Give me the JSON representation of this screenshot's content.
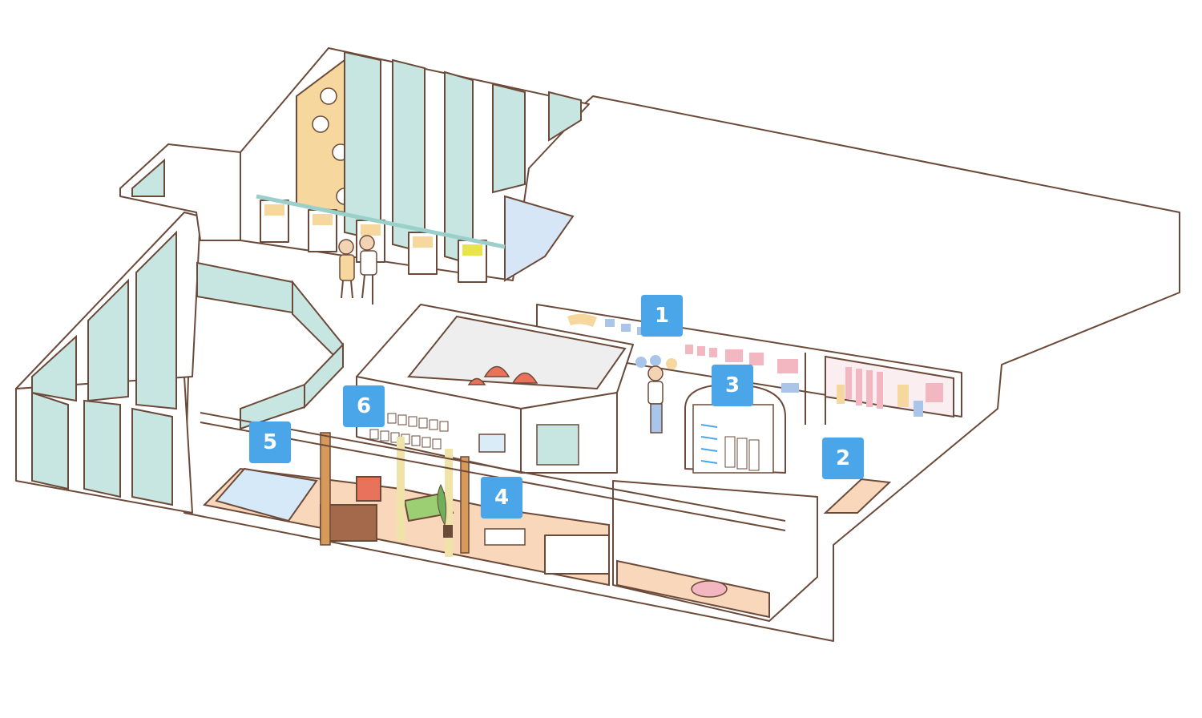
{
  "colors": {
    "marker": "#4aa6e8",
    "outline": "#6b4a3a",
    "glass": "#c7e6e2",
    "floor": "#f8d7bb",
    "pink_panel": "#f2b7c0",
    "yellow_panel": "#f6d79e",
    "blue_panel": "#a9c5ea"
  },
  "markers": [
    {
      "id": "1",
      "label": "1"
    },
    {
      "id": "2",
      "label": "2"
    },
    {
      "id": "3",
      "label": "3"
    },
    {
      "id": "4",
      "label": "4"
    },
    {
      "id": "5",
      "label": "5"
    },
    {
      "id": "6",
      "label": "6"
    }
  ],
  "icons": {
    "person_pair": "visitors-icon",
    "person_single": "visitor-icon",
    "chair": "chair-icon",
    "plant": "plant-icon",
    "bath": "bath-icon"
  }
}
